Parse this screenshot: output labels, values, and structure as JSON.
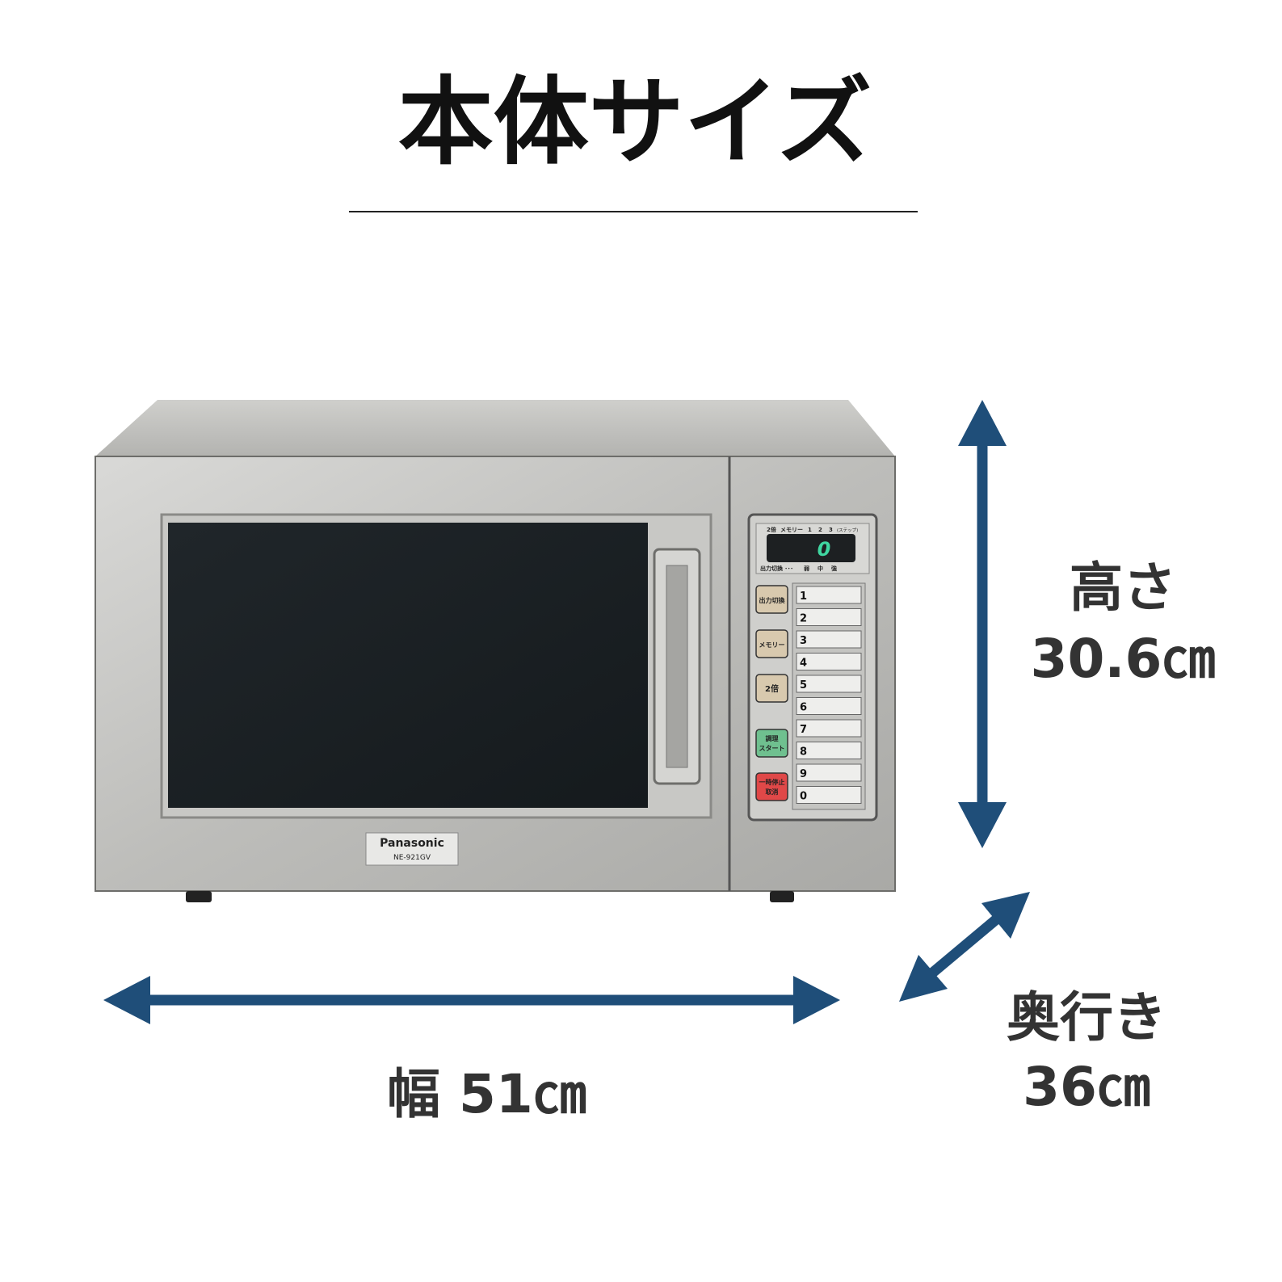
{
  "title": "本体サイズ",
  "colors": {
    "arrow": "#1f4e79",
    "title": "#111111",
    "label": "#333333"
  },
  "dimensions": {
    "height": {
      "label": "高さ",
      "value": "30.6㎝"
    },
    "width": {
      "label": "幅",
      "value": "51㎝"
    },
    "depth": {
      "label": "奥行き",
      "value": "36㎝"
    }
  },
  "product": {
    "brand": "Panasonic",
    "model": "NE-921GV",
    "display": {
      "top_labels": [
        "2倍",
        "メモリー",
        "1",
        "2",
        "3",
        "(ステップ)"
      ],
      "digit": "0",
      "bottom_labels": [
        "出力切換 ･･･",
        "弱",
        "中",
        "強"
      ]
    },
    "buttons": [
      "出力切換",
      "メモリー",
      "2倍",
      "調理\nスタート",
      "一時停止\n取消"
    ],
    "button_lines": {
      "start": [
        "調理",
        "スタート"
      ],
      "stop": [
        "一時停止",
        "取消"
      ]
    },
    "memory_keys": [
      "1",
      "2",
      "3",
      "4",
      "5",
      "6",
      "7",
      "8",
      "9",
      "0"
    ]
  }
}
